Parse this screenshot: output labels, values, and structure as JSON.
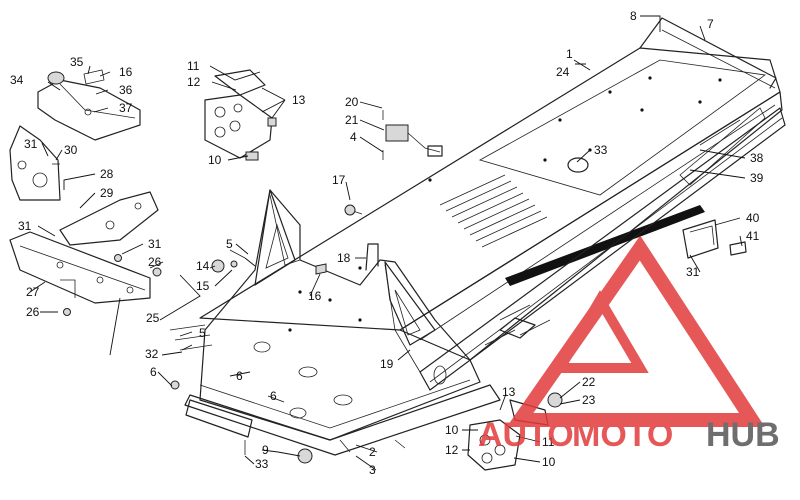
{
  "diagram": {
    "callouts": [
      {
        "id": "c8a",
        "text": "8"
      },
      {
        "id": "c7",
        "text": "7"
      },
      {
        "id": "c1",
        "text": "1"
      },
      {
        "id": "c24",
        "text": "24"
      },
      {
        "id": "c35",
        "text": "35"
      },
      {
        "id": "c16a",
        "text": "16"
      },
      {
        "id": "c34",
        "text": "34"
      },
      {
        "id": "c36",
        "text": "36"
      },
      {
        "id": "c37",
        "text": "37"
      },
      {
        "id": "c11a",
        "text": "11"
      },
      {
        "id": "c12a",
        "text": "12"
      },
      {
        "id": "c13a",
        "text": "13"
      },
      {
        "id": "c10a",
        "text": "10"
      },
      {
        "id": "c20",
        "text": "20"
      },
      {
        "id": "c21",
        "text": "21"
      },
      {
        "id": "c4",
        "text": "4"
      },
      {
        "id": "c31a",
        "text": "31"
      },
      {
        "id": "c30",
        "text": "30"
      },
      {
        "id": "c33a",
        "text": "33"
      },
      {
        "id": "c38",
        "text": "38"
      },
      {
        "id": "c39",
        "text": "39"
      },
      {
        "id": "c28",
        "text": "28"
      },
      {
        "id": "c29",
        "text": "29"
      },
      {
        "id": "c17",
        "text": "17"
      },
      {
        "id": "c31b",
        "text": "31"
      },
      {
        "id": "c31c",
        "text": "31"
      },
      {
        "id": "c5a",
        "text": "5"
      },
      {
        "id": "c14",
        "text": "14"
      },
      {
        "id": "c26a",
        "text": "26"
      },
      {
        "id": "c18",
        "text": "18"
      },
      {
        "id": "c40",
        "text": "40"
      },
      {
        "id": "c41",
        "text": "41"
      },
      {
        "id": "c15",
        "text": "15"
      },
      {
        "id": "c16b",
        "text": "16"
      },
      {
        "id": "c31d",
        "text": "31"
      },
      {
        "id": "c27",
        "text": "27"
      },
      {
        "id": "c26b",
        "text": "26"
      },
      {
        "id": "c25",
        "text": "25"
      },
      {
        "id": "c5b",
        "text": "5"
      },
      {
        "id": "c32",
        "text": "32"
      },
      {
        "id": "c6a",
        "text": "6"
      },
      {
        "id": "c6b",
        "text": "6"
      },
      {
        "id": "c19",
        "text": "19"
      },
      {
        "id": "c6c",
        "text": "6"
      },
      {
        "id": "c22",
        "text": "22"
      },
      {
        "id": "c13b",
        "text": "13"
      },
      {
        "id": "c23",
        "text": "23"
      },
      {
        "id": "c10b",
        "text": "10"
      },
      {
        "id": "c11b",
        "text": "11"
      },
      {
        "id": "c12b",
        "text": "12"
      },
      {
        "id": "c10c",
        "text": "10"
      },
      {
        "id": "c9",
        "text": "9"
      },
      {
        "id": "c2",
        "text": "2"
      },
      {
        "id": "c33b",
        "text": "33"
      },
      {
        "id": "c3",
        "text": "3"
      }
    ]
  },
  "watermark": {
    "word_part1": "AUTO",
    "word_part2": "MOTO",
    "word_part3": "HUB",
    "color_main": "#e23b3b",
    "color_dark": "#555555"
  }
}
